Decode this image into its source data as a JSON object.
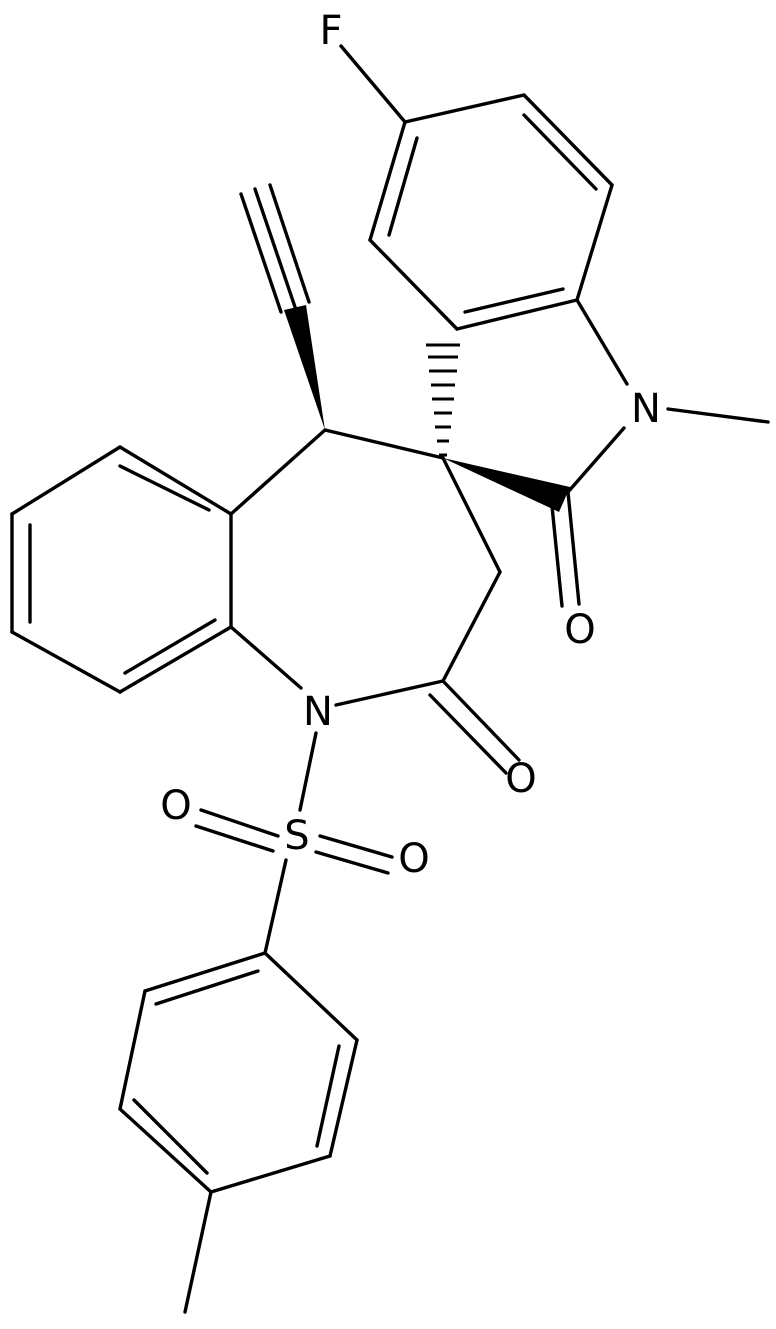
{
  "molecule": {
    "atoms": {
      "fluorine": "F",
      "indolinone_nitrogen": "N",
      "benzazepine_nitrogen": "N",
      "sulfur": "S",
      "oxindole_oxygen": "O",
      "lactam_oxygen": "O",
      "sulfonyl_oxygen_1": "O",
      "sulfonyl_oxygen_2": "O"
    }
  }
}
